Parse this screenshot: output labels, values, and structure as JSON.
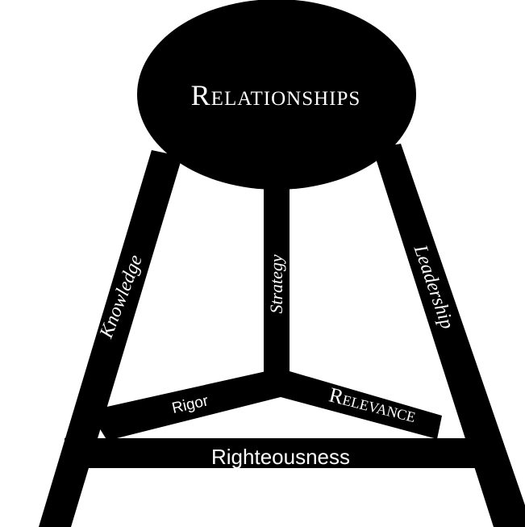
{
  "diagram": {
    "seat_label": "Relationships",
    "legs": {
      "left": "Knowledge",
      "center": "Strategy",
      "right": "Leadership"
    },
    "braces": {
      "left": "Rigor",
      "right": "Relevance"
    },
    "crossbar": "Righteousness"
  },
  "colors": {
    "structure": "#000000",
    "text": "#ffffff",
    "background": "#ffffff"
  }
}
